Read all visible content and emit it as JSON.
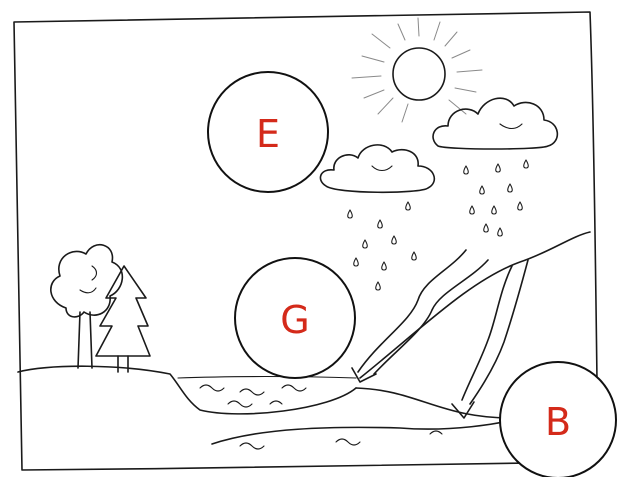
{
  "labels": {
    "e": "E",
    "g": "G",
    "b": "B"
  },
  "colors": {
    "ink": "#1a1a1a",
    "label_text": "#d42a1a",
    "background": "#ffffff"
  }
}
